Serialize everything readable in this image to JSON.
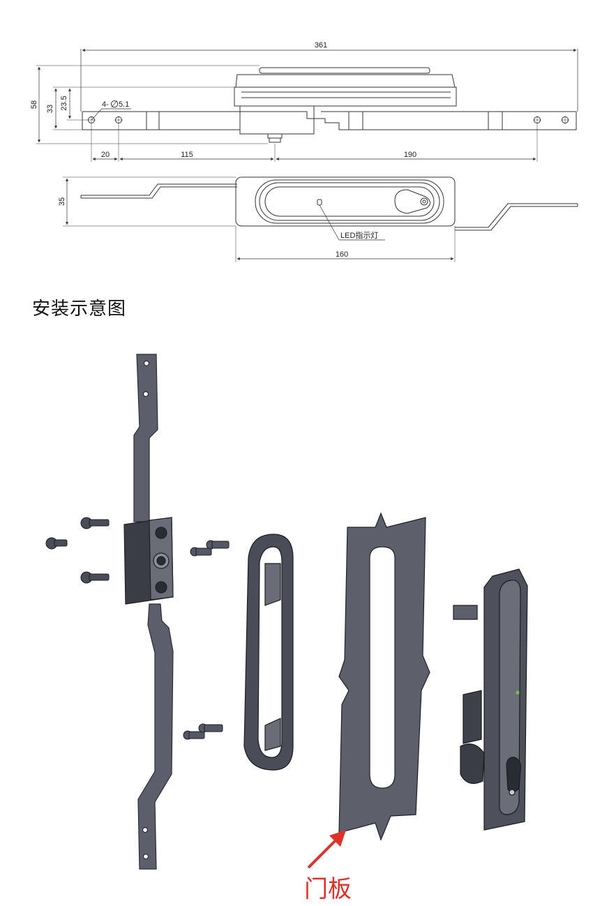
{
  "drawing": {
    "dims": {
      "overall_length": "361",
      "height_58": "58",
      "height_33": "33",
      "height_23_5": "23.5",
      "hole_spec_prefix": "4-",
      "hole_spec_symbol": "∅",
      "hole_spec_value": "5.1",
      "dist_20": "20",
      "dist_115": "115",
      "dist_190": "190",
      "height_35": "35",
      "width_160": "160"
    },
    "led_label": "LED指示灯"
  },
  "install": {
    "title": "安装示意图",
    "door_label": "门板"
  },
  "colors": {
    "part_fill": "#5c5f6b",
    "part_dark": "#2e3038",
    "line": "#333333",
    "accent": "#e0302a"
  }
}
